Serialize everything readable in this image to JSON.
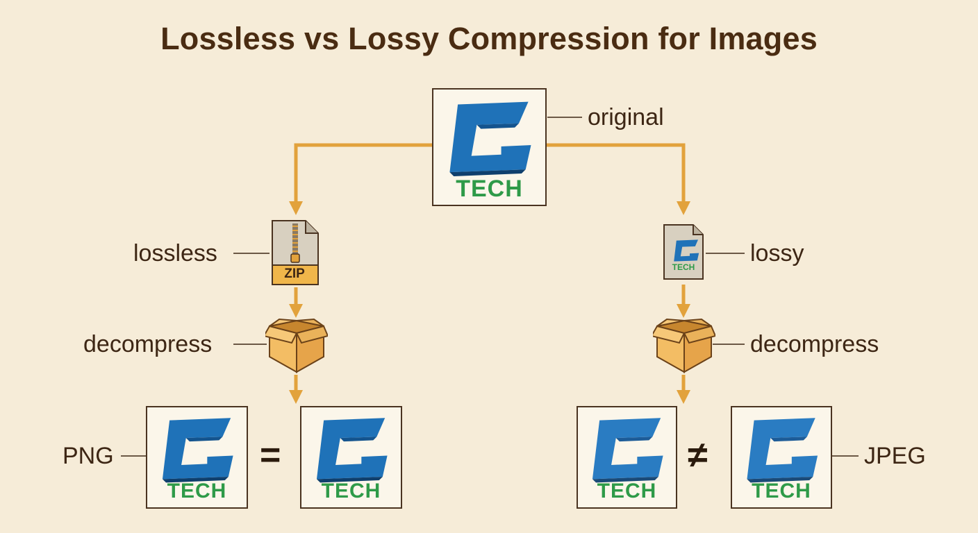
{
  "title": "Lossless vs Lossy Compression for Images",
  "labels": {
    "original": "original",
    "lossless": "lossless",
    "lossy": "lossy",
    "decompress_left": "decompress",
    "decompress_right": "decompress",
    "png": "PNG",
    "jpeg": "JPEG"
  },
  "logo": {
    "text": "TECH"
  },
  "zip_label": "ZIP",
  "symbols": {
    "equal": "=",
    "not_equal": "≠"
  },
  "icons": {
    "original_image": "g-tech-logo-icon",
    "zip_file": "zip-file-icon",
    "lossy_file": "image-file-icon",
    "box": "open-box-icon"
  },
  "colors": {
    "background": "#f6ecd8",
    "arrow": "#e2a23c",
    "logo_blue": "#1f72b8",
    "logo_green": "#2e9a48",
    "text": "#3d2614"
  }
}
